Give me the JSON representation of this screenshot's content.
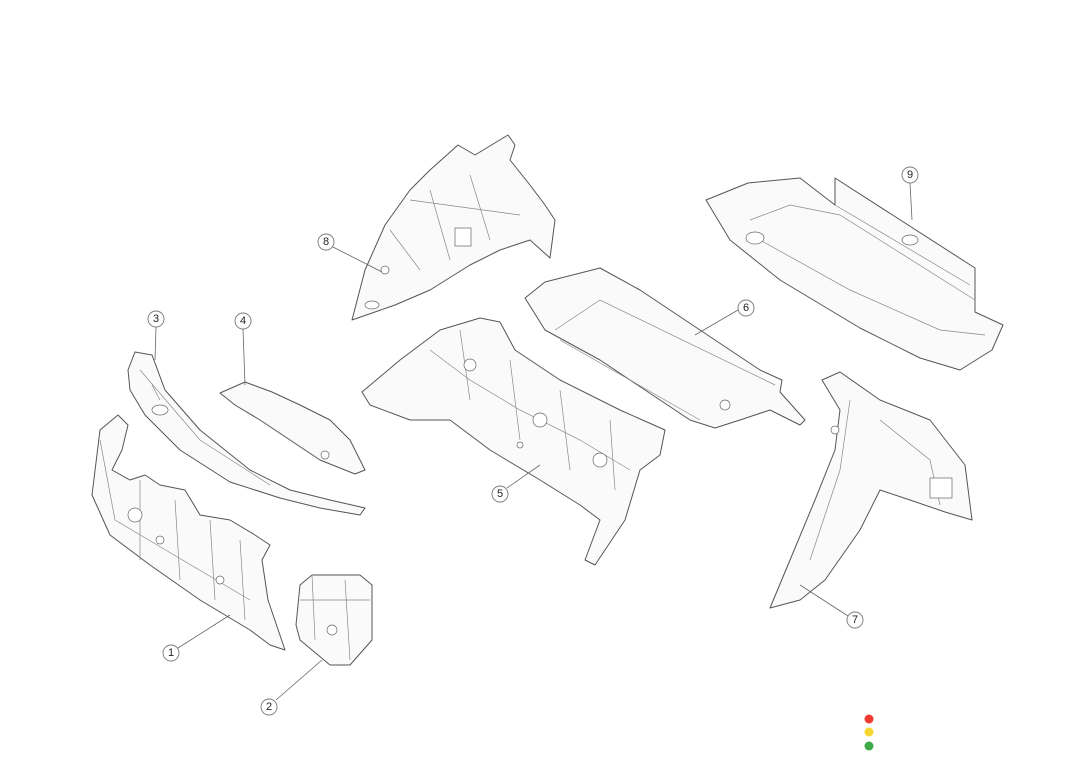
{
  "callouts": [
    {
      "label": "1"
    },
    {
      "label": "2"
    },
    {
      "label": "3"
    },
    {
      "label": "4"
    },
    {
      "label": "5"
    },
    {
      "label": "6"
    },
    {
      "label": "7"
    },
    {
      "label": "8"
    },
    {
      "label": "9"
    }
  ],
  "status_dots": {
    "red": "#ef3b32",
    "yellow": "#f7d631",
    "green": "#3eab49"
  }
}
